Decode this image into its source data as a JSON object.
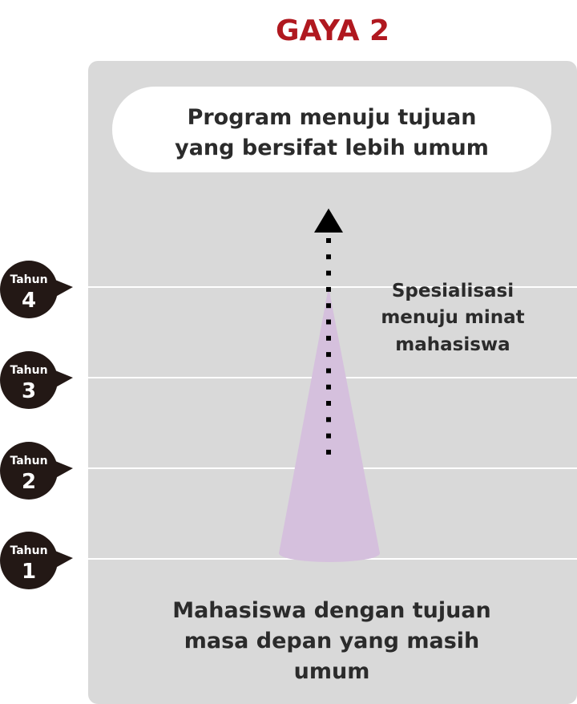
{
  "title": "GAYA 2",
  "goal": {
    "line1": "Program menuju tujuan",
    "line2": "yang bersifat lebih umum"
  },
  "specialization": {
    "line1": "Spesialisasi",
    "line2": "menuju minat",
    "line3": "mahasiswa"
  },
  "start": {
    "line1": "Mahasiswa dengan tujuan",
    "line2": "masa depan yang masih",
    "line3": "umum"
  },
  "years": [
    {
      "label": "Tahun",
      "number": "4"
    },
    {
      "label": "Tahun",
      "number": "3"
    },
    {
      "label": "Tahun",
      "number": "2"
    },
    {
      "label": "Tahun",
      "number": "1"
    }
  ],
  "colors": {
    "title": "#b0181f",
    "panel": "#d9d9d9",
    "cone": "#d5c0dd",
    "badge": "#231815",
    "text": "#2b2b2b"
  }
}
